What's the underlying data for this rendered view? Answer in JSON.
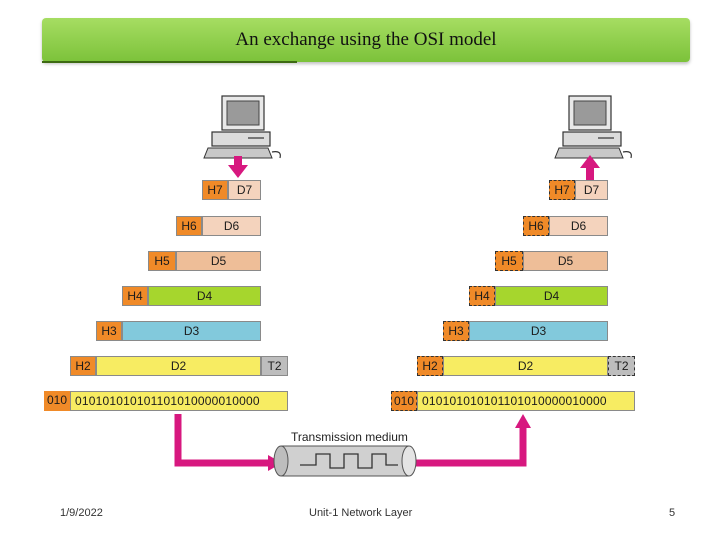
{
  "slide": {
    "title": "An exchange using the OSI model",
    "footer_date": "1/9/2022",
    "footer_center": "Unit-1 Network Layer",
    "page_number": "5"
  },
  "diagram": {
    "layers": [
      {
        "header": "H7",
        "data": "D7",
        "header_color": "#f08a28",
        "data_color": "#f4d3bd"
      },
      {
        "header": "H6",
        "data": "D6",
        "header_color": "#f08a28",
        "data_color": "#f4d3bd"
      },
      {
        "header": "H5",
        "data": "D5",
        "header_color": "#f08a28",
        "data_color": "#eebe98"
      },
      {
        "header": "H4",
        "data": "D4",
        "header_color": "#f08a28",
        "data_color": "#a6d62d"
      },
      {
        "header": "H3",
        "data": "D3",
        "header_color": "#f08a28",
        "data_color": "#82c9dc"
      },
      {
        "header": "H2",
        "data": "D2",
        "trailer": "T2",
        "header_color": "#f08a28",
        "data_color": "#f7ec62",
        "trailer_color": "#bdbdbd"
      }
    ],
    "bits_header": "010",
    "bits": "01010101010110101000001 0000",
    "bits_display": "01010101010110101000001 0000",
    "bits_text": "010101010101101010000010000",
    "medium_label": "Transmission medium",
    "arrow_color": "#d7187f"
  }
}
